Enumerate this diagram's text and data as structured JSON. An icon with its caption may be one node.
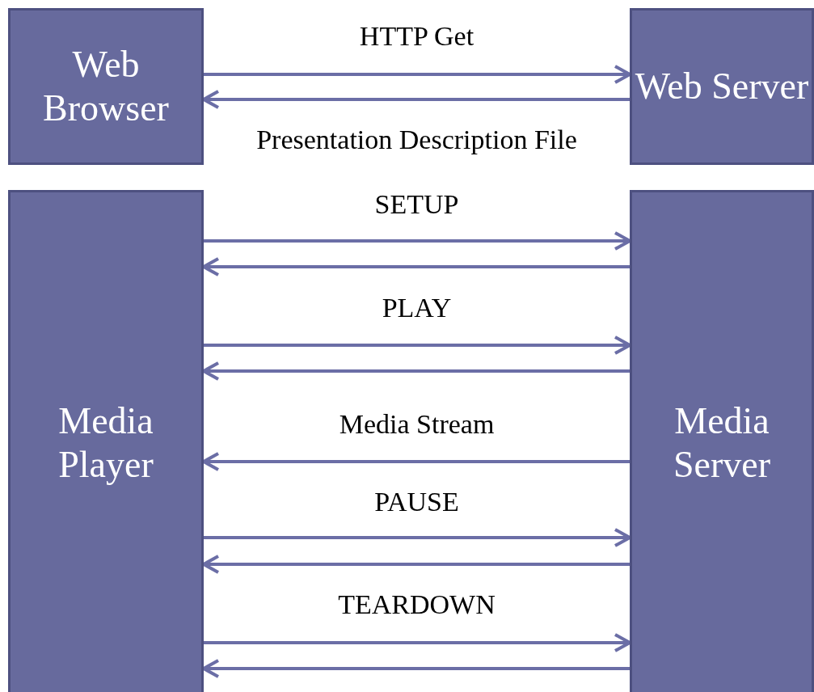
{
  "diagram": {
    "nodes": [
      {
        "text": [
          "Web Browser"
        ]
      },
      {
        "text": [
          "Web Server"
        ]
      },
      {
        "text": [
          "Media Player"
        ]
      },
      {
        "text": [
          "Media Server"
        ]
      }
    ],
    "edges": [
      {
        "from": 0,
        "to": 1,
        "arrow": "to",
        "label": "HTTP Get"
      },
      {
        "from": 1,
        "to": 0,
        "arrow": "to",
        "label": "Presentation Description File"
      },
      {
        "from": 2,
        "to": 3,
        "arrow": "to",
        "label": "SETUP"
      },
      {
        "from": 3,
        "to": 2,
        "arrow": "to"
      },
      {
        "from": 2,
        "to": 3,
        "arrow": "to",
        "label": "PLAY"
      },
      {
        "from": 3,
        "to": 2,
        "arrow": "to"
      },
      {
        "from": 3,
        "to": 2,
        "arrow": "to",
        "label": "Media Stream"
      },
      {
        "from": 2,
        "to": 3,
        "arrow": "to",
        "label": "PAUSE"
      },
      {
        "from": 3,
        "to": 2,
        "arrow": "to"
      },
      {
        "from": 2,
        "to": 3,
        "arrow": "to",
        "label": "TEARDOWN"
      },
      {
        "from": 3,
        "to": 2,
        "arrow": "to"
      }
    ]
  }
}
